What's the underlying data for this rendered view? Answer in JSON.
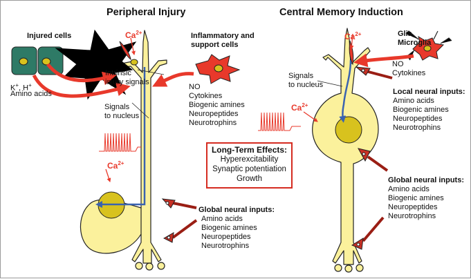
{
  "titles": {
    "left": "Peripheral Injury",
    "right": "Central Memory Induction"
  },
  "left": {
    "injured_cells": "Injured cells",
    "ions": {
      "k": "K",
      "h": "H",
      "plus": "+",
      "amino": "Amino acids"
    },
    "ca": {
      "base": "Ca",
      "sup": "2+"
    },
    "intrinsic": [
      "Intrinsic",
      "injury signals"
    ],
    "inflammatory": [
      "Inflammatory and",
      "support cells"
    ],
    "inflam_list": [
      "NO",
      "Cytokines",
      "Biogenic amines",
      "Neuropeptides",
      "Neurotrophins"
    ],
    "signals": [
      "Signals",
      "to nucleus"
    ],
    "global_title": "Global neural inputs:",
    "global_list": [
      "Amino acids",
      "Biogenic amines",
      "Neuropeptides",
      "Neurotrophins"
    ]
  },
  "effects": {
    "title": "Long-Term Effects:",
    "items": [
      "Hyperexcitability",
      "Synaptic potentiation",
      "Growth"
    ]
  },
  "right": {
    "glia": [
      "Glia,",
      "Microglia"
    ],
    "glia_list": [
      "NO",
      "Cytokines"
    ],
    "signals": [
      "Signals",
      "to nucleus"
    ],
    "local_title": "Local neural inputs:",
    "local_list": [
      "Amino acids",
      "Biogenic amines",
      "Neuropeptides",
      "Neurotrophins"
    ],
    "global_title": "Global neural inputs:",
    "global_list": [
      "Amino acids",
      "Biogenic amines",
      "Neuropeptides",
      "Neurotrophins"
    ]
  },
  "colors": {
    "neuron": "#fbf19c",
    "outline": "#222222",
    "red": "#e8392b",
    "blue": "#3a63b0",
    "cell": "#2e7a66",
    "nucleus": "#d8c21e"
  }
}
